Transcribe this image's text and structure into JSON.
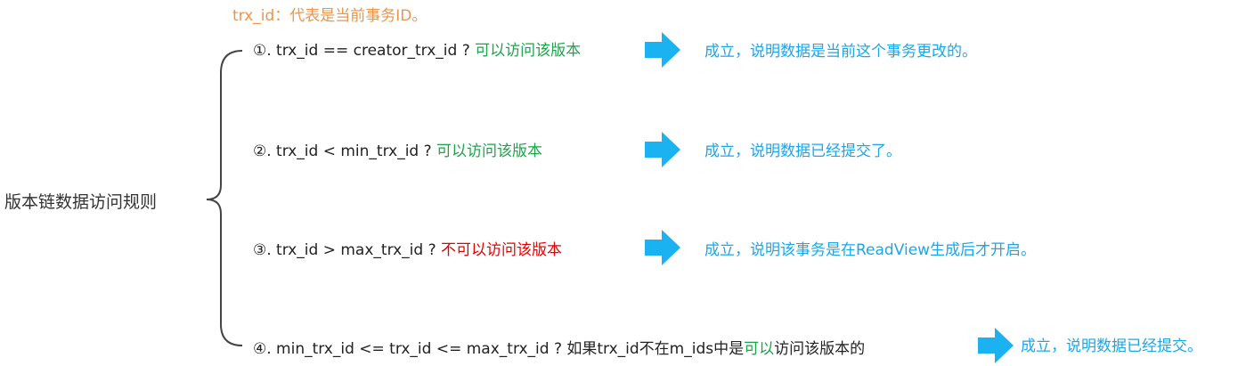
{
  "note": "trx_id：代表是当前事务ID。",
  "root_label": "版本链数据访问规则",
  "rules": [
    {
      "pre": "①. trx_id  == creator_trx_id ? ",
      "hl": "可以访问该版本",
      "hl_color": "green",
      "post": "",
      "conclusion": "成立，说明数据是当前这个事务更改的。"
    },
    {
      "pre": "②. trx_id < min_trx_id ? ",
      "hl": "可以访问该版本",
      "hl_color": "green",
      "post": "",
      "conclusion": "成立，说明数据已经提交了。"
    },
    {
      "pre": "③. trx_id > max_trx_id ?  ",
      "hl": "不可以访问该版本",
      "hl_color": "red",
      "post": "",
      "conclusion": "成立，说明该事务是在ReadView生成后才开启。"
    },
    {
      "pre": "④. min_trx_id <= trx_id <= max_trx_id ?  如果trx_id不在m_ids中是",
      "hl": "可以",
      "hl_color": "green",
      "post": "访问该版本的",
      "conclusion": "成立，说明数据已经提交。"
    }
  ],
  "colors": {
    "note": "#E8964A",
    "green": "#1DA34A",
    "red": "#E60000",
    "arrow": "#1AB2F0",
    "conclusion": "#1AA7E8"
  },
  "icons": [
    "right-arrow-icon"
  ]
}
